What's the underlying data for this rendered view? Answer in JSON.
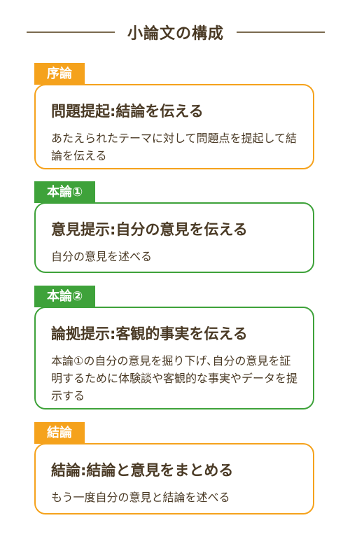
{
  "title": "小論文の構成",
  "colors": {
    "orange": "#f5a21c",
    "green": "#3ea23a",
    "text": "#4a3a25",
    "divider": "#7a6a4f"
  },
  "sections": [
    {
      "tag": "序論",
      "heading": "問題提起:結論を伝える",
      "body": "あたえられたテーマに対して問題点を提起して結論を伝える"
    },
    {
      "tag": "本論①",
      "heading": "意見提示:自分の意見を伝える",
      "body": "自分の意見を述べる"
    },
    {
      "tag": "本論②",
      "heading": "論拠提示:客観的事実を伝える",
      "body": "本論①の自分の意見を掘り下げ､自分の意見を証明するために体験談や客観的な事実やデータを提示する"
    },
    {
      "tag": "結論",
      "heading": "結論:結論と意見をまとめる",
      "body": "もう一度自分の意見と結論を述べる"
    }
  ]
}
